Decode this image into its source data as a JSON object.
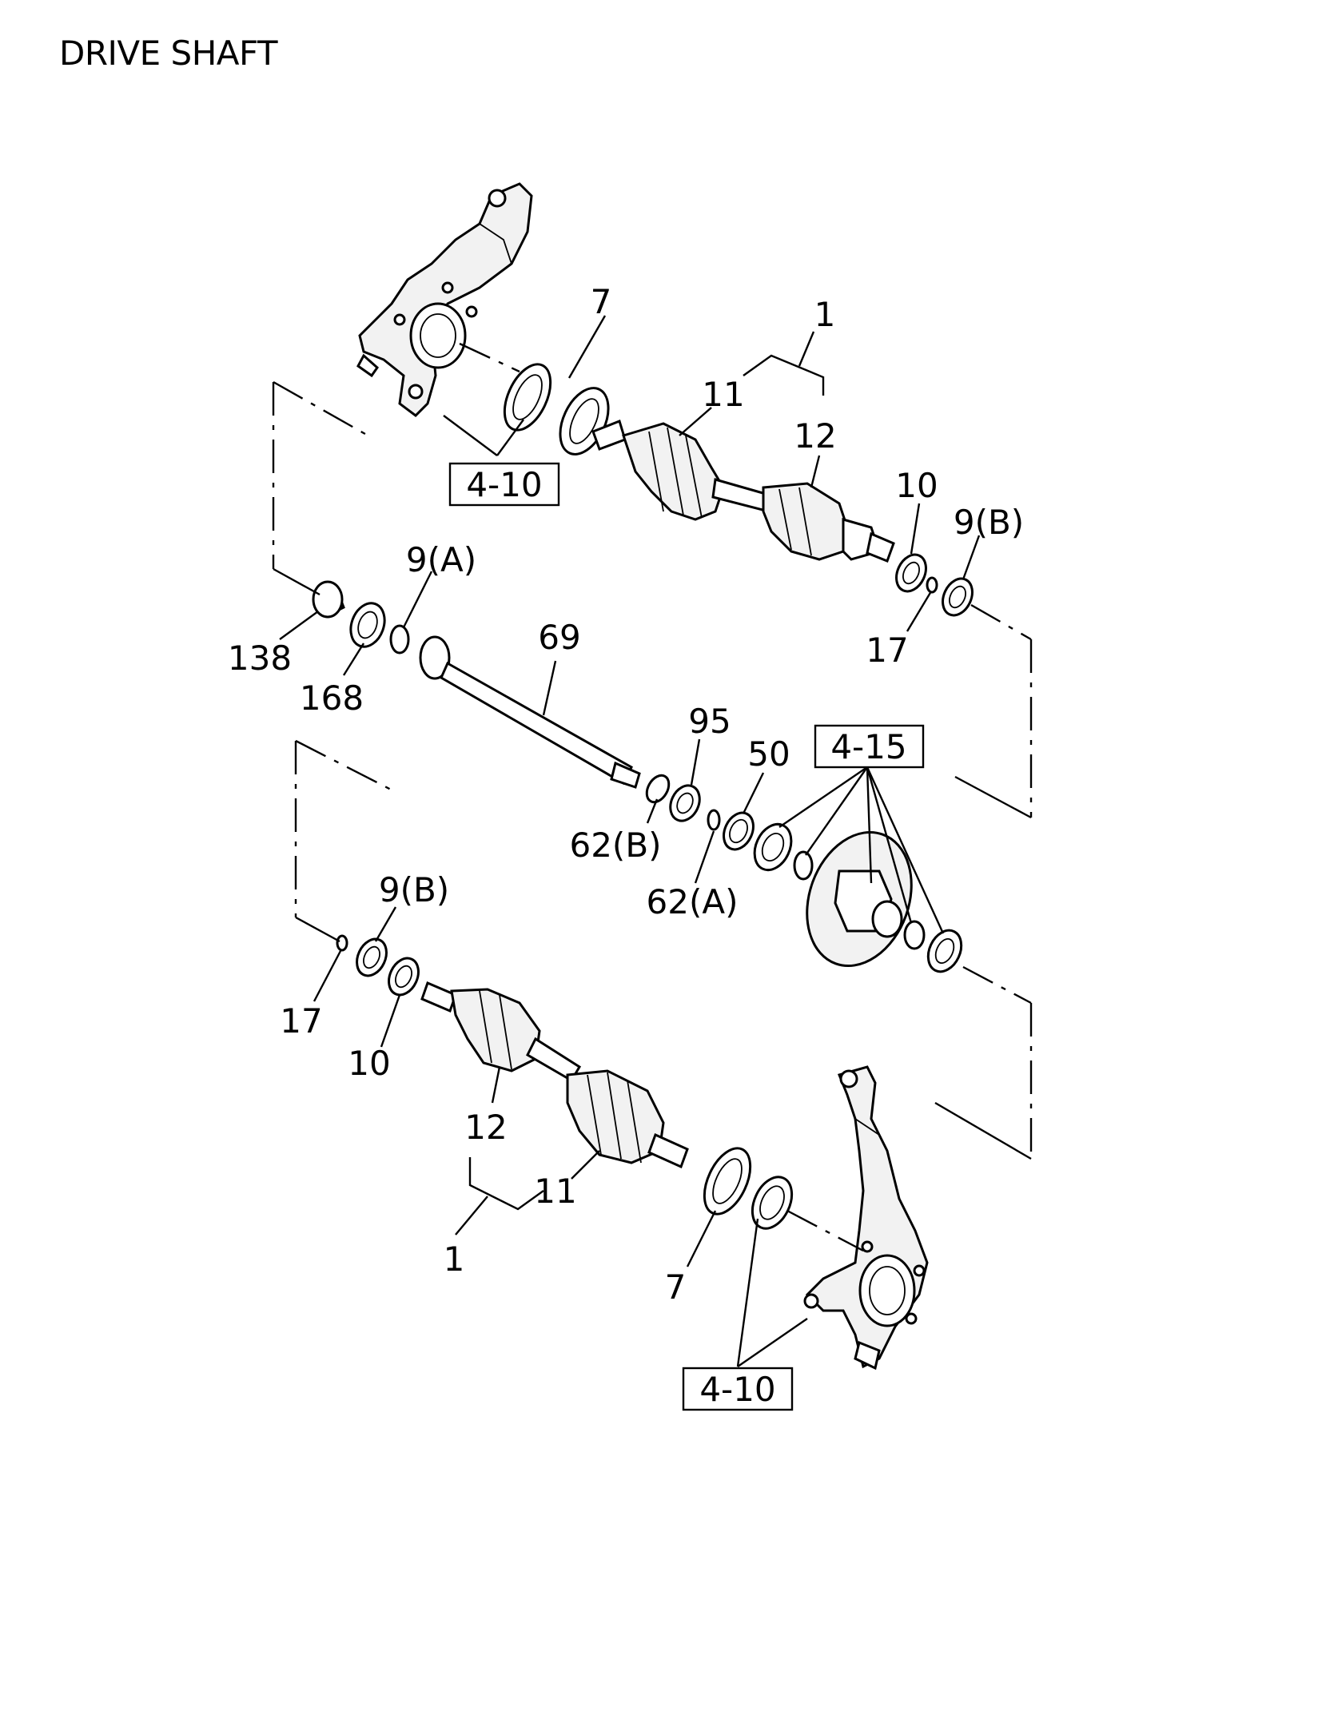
{
  "title": "DRIVE SHAFT",
  "refs": {
    "r410_top": "4-10",
    "r415": "4-15",
    "r410_bottom": "4-10"
  },
  "labels": {
    "l7_top": "7",
    "l1_top": "1",
    "l11_top": "11",
    "l12_top": "12",
    "l10_top": "10",
    "l9b_top": "9(B)",
    "l17_top": "17",
    "l9a": "9(A)",
    "l138": "138",
    "l168": "168",
    "l69": "69",
    "l95": "95",
    "l50": "50",
    "l62b": "62(B)",
    "l62a": "62(A)",
    "l9b_bottom": "9(B)",
    "l17_bottom": "17",
    "l10_bottom": "10",
    "l12_bottom": "12",
    "l11_bottom": "11",
    "l1_bottom": "1",
    "l7_bottom": "7"
  }
}
